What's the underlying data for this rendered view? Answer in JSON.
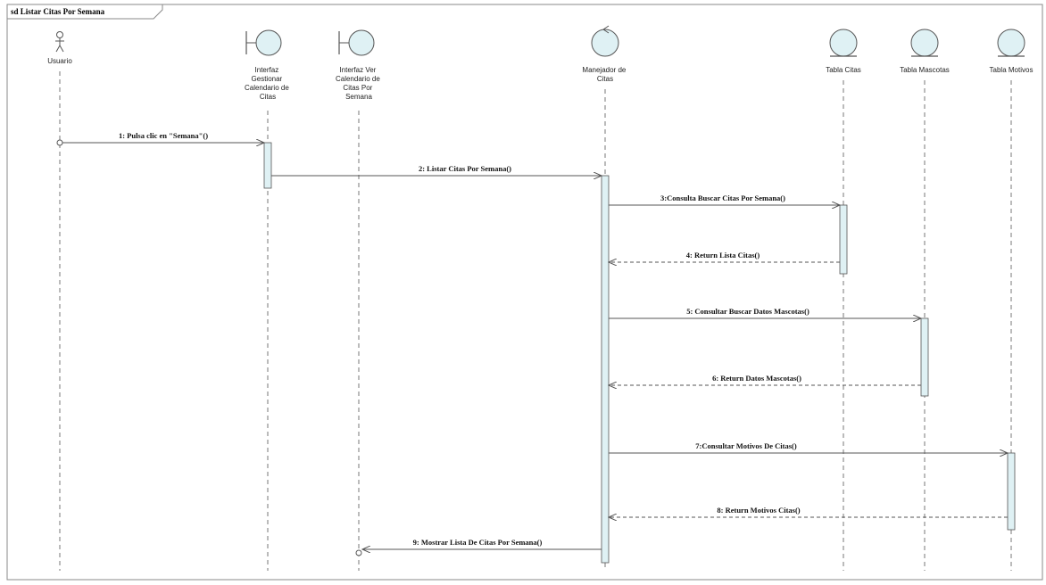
{
  "frame": {
    "title": "sd Listar Citas Por Semana"
  },
  "lifelines": [
    {
      "id": "usuario",
      "kind": "actor",
      "label_lines": [
        "Usuario"
      ]
    },
    {
      "id": "ui_gestionar",
      "kind": "boundary",
      "label_lines": [
        "Interfaz",
        "Gestionar",
        "Calendario de",
        "Citas"
      ]
    },
    {
      "id": "ui_ver",
      "kind": "boundary",
      "label_lines": [
        "Interfaz Ver",
        "Calendario de",
        "Citas Por",
        "Semana"
      ]
    },
    {
      "id": "manejador",
      "kind": "control",
      "label_lines": [
        "Manejador de",
        "Citas"
      ]
    },
    {
      "id": "tabla_citas",
      "kind": "entity",
      "label_lines": [
        "Tabla Citas"
      ]
    },
    {
      "id": "tabla_mascotas",
      "kind": "entity",
      "label_lines": [
        "Tabla Mascotas"
      ]
    },
    {
      "id": "tabla_motivos",
      "kind": "entity",
      "label_lines": [
        "Tabla Motivos"
      ]
    }
  ],
  "messages": [
    {
      "from": "usuario",
      "to": "ui_gestionar",
      "kind": "call",
      "label": "1: Pulsa clic en \"Semana\"()"
    },
    {
      "from": "ui_gestionar",
      "to": "manejador",
      "kind": "call",
      "label": "2: Listar Citas Por Semana()"
    },
    {
      "from": "manejador",
      "to": "tabla_citas",
      "kind": "call",
      "label": "3:Consulta Buscar Citas Por Semana()"
    },
    {
      "from": "tabla_citas",
      "to": "manejador",
      "kind": "return",
      "label": "4: Return Lista Citas()"
    },
    {
      "from": "manejador",
      "to": "tabla_mascotas",
      "kind": "call",
      "label": "5: Consultar Buscar Datos  Mascotas()"
    },
    {
      "from": "tabla_mascotas",
      "to": "manejador",
      "kind": "return",
      "label": "6: Return Datos Mascotas()"
    },
    {
      "from": "manejador",
      "to": "tabla_motivos",
      "kind": "call",
      "label": "7:Consultar Motivos De Citas()"
    },
    {
      "from": "tabla_motivos",
      "to": "manejador",
      "kind": "return",
      "label": "8: Return Motivos Citas()"
    },
    {
      "from": "manejador",
      "to": "ui_ver",
      "kind": "call",
      "label": "9: Mostrar Lista De Citas Por Semana()"
    }
  ],
  "colors": {
    "shape_fill": "#dff1f4",
    "line": "#555555",
    "frame": "#8a8a8a"
  }
}
